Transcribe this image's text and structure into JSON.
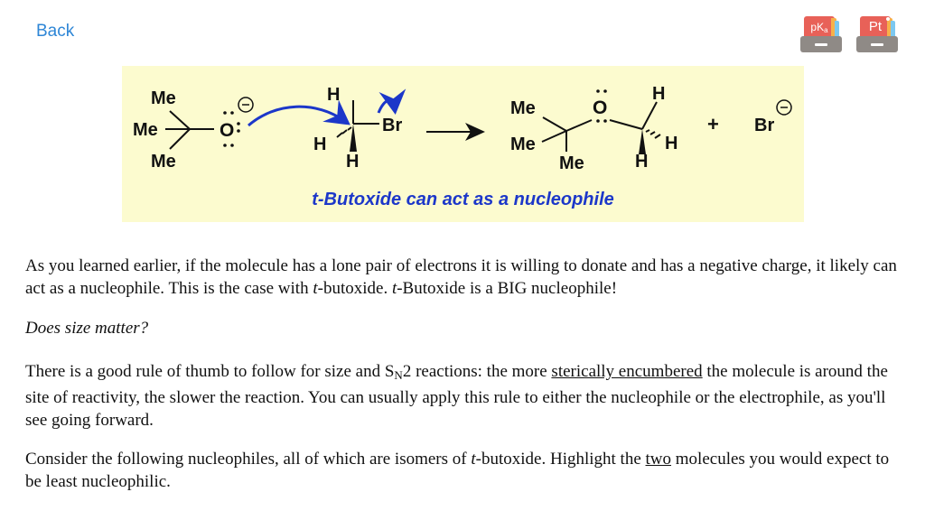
{
  "nav": {
    "back_label": "Back"
  },
  "tools": [
    {
      "name": "pKa-tool",
      "label": "pK",
      "sub": "a"
    },
    {
      "name": "periodic-table-tool",
      "label": "Pt"
    }
  ],
  "scheme": {
    "caption": "t-Butoxide can act as a nucleophile",
    "reactant1": {
      "me_top": "Me",
      "me_mid": "Me",
      "me_bot": "Me",
      "oxygen": "O",
      "charge": "−"
    },
    "reactant2": {
      "h_top": "H",
      "h_left": "H",
      "h_bot": "H",
      "br": "Br"
    },
    "product1": {
      "me_top": "Me",
      "me_left": "Me",
      "me_bot": "Me",
      "oxygen": "O",
      "h_top": "H",
      "h_right": "H",
      "h_bot": "H"
    },
    "plus": "+",
    "product2": {
      "br": "Br",
      "charge": "−"
    },
    "colors": {
      "background": "#fcfbcf",
      "arrow": "#1c37c9",
      "caption": "#1c37c9"
    }
  },
  "paragraphs": {
    "p1_a": "As you learned earlier, if the molecule has a lone pair of electrons it is willing to donate and has a negative charge, it likely can act as a nucleophile. This is the case with ",
    "p1_t1": "t",
    "p1_b": "-butoxide. ",
    "p1_t2": "t",
    "p1_c": "-Butoxide is a BIG nucleophile!",
    "p2": "Does size matter?",
    "p3_a": "There is a good rule of thumb to follow for size and S",
    "p3_sub": "N",
    "p3_b": "2 reactions: the more ",
    "p3_u": "sterically encumbered",
    "p3_c": " the molecule is around the site of reactivity, the slower the reaction. You can usually apply this rule to either the nucleophile or the electrophile, as you'll see going forward.",
    "p4_a": "Consider the following nucleophiles, all of which are isomers of ",
    "p4_t": "t",
    "p4_b": "-butoxide. Highlight the ",
    "p4_u": "two",
    "p4_c": " molecules you would expect to be least nucleophilic."
  }
}
